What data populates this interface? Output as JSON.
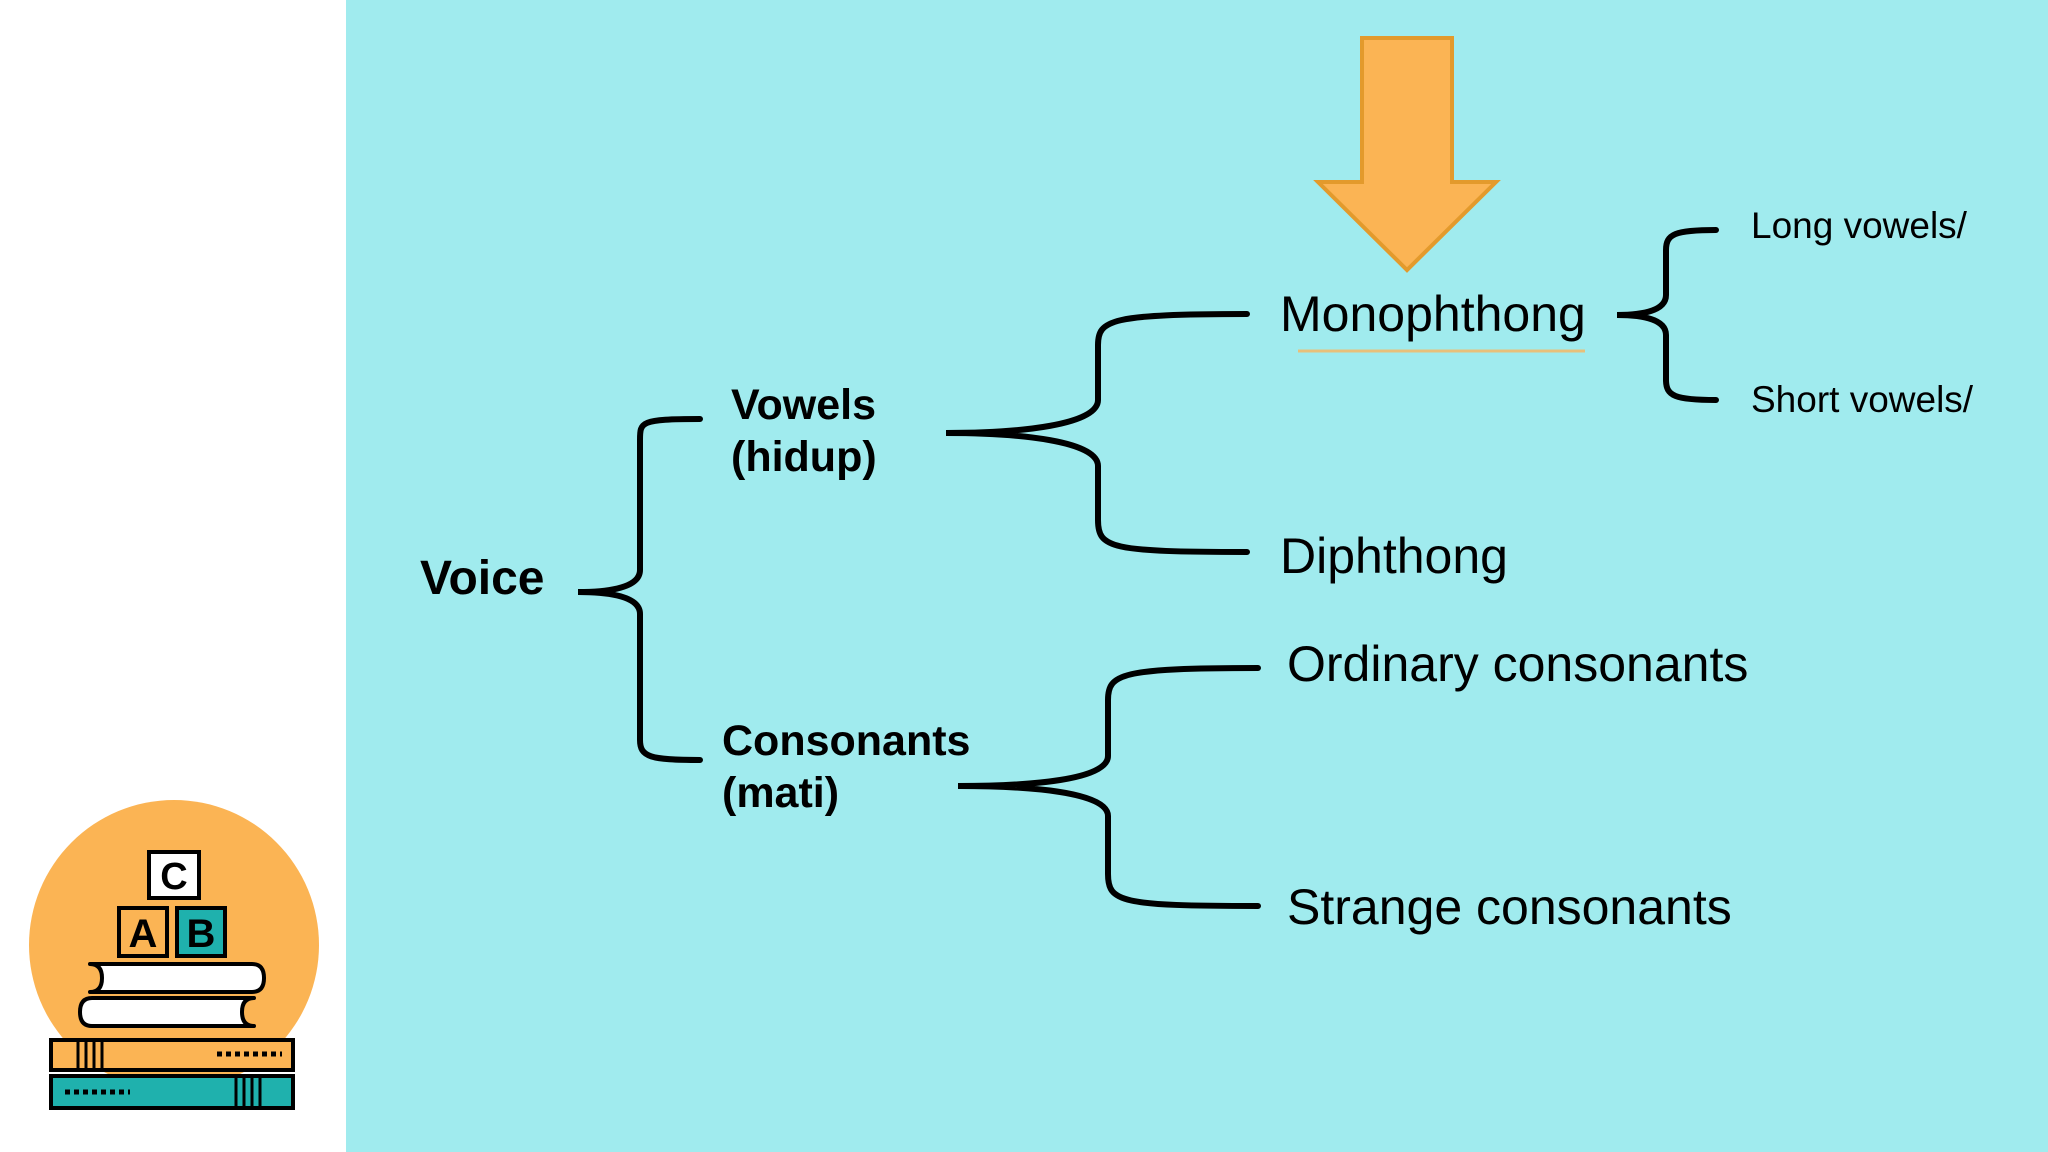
{
  "diagram": {
    "root": "Voice",
    "branches": [
      {
        "label_line1": "Vowels",
        "label_line2": "(hidup)",
        "children": [
          {
            "label": "Monophthong",
            "children": [
              "Long vowels/",
              "Short vowels/"
            ]
          },
          {
            "label": "Diphthong"
          }
        ]
      },
      {
        "label_line1": "Consonants",
        "label_line2": "(mati)",
        "children": [
          {
            "label": "Ordinary consonants"
          },
          {
            "label": "Strange consonants"
          }
        ]
      }
    ]
  },
  "logo": {
    "blocks": [
      "C",
      "A",
      "B"
    ]
  },
  "colors": {
    "background": "#a0ebee",
    "arrow": "#fbb454",
    "logo_circle": "#fbb454",
    "teal_book": "#1fb1ad"
  }
}
